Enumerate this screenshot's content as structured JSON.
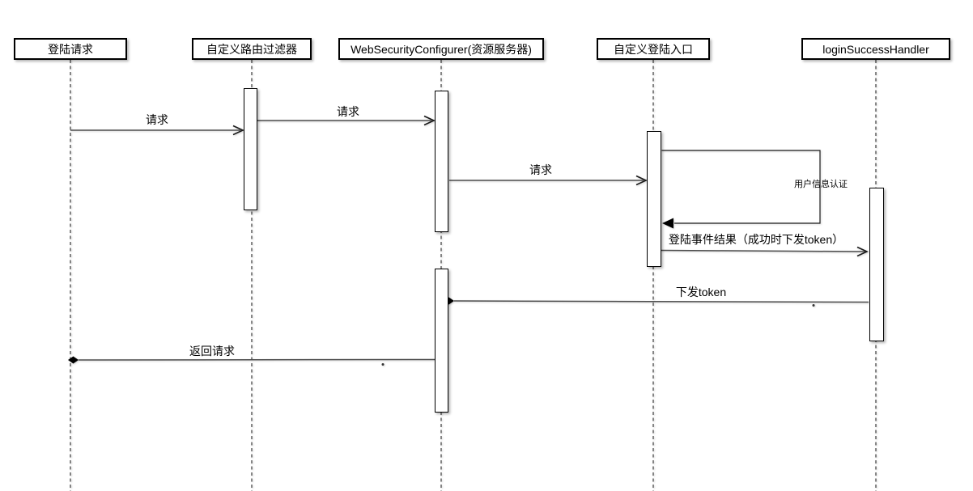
{
  "diagram_type": "uml-sequence",
  "participants": [
    {
      "label": "登陆请求"
    },
    {
      "label": "自定义路由过滤器"
    },
    {
      "label": "WebSecurityConfigurer(资源服务器)"
    },
    {
      "label": "自定义登陆入口"
    },
    {
      "label": "loginSuccessHandler"
    }
  ],
  "messages": [
    {
      "label": "请求",
      "from": "登陆请求",
      "to": "自定义路由过滤器",
      "arrowhead": "open"
    },
    {
      "label": "请求",
      "from": "自定义路由过滤器",
      "to": "WebSecurityConfigurer(资源服务器)",
      "arrowhead": "open"
    },
    {
      "label": "请求",
      "from": "WebSecurityConfigurer(资源服务器)",
      "to": "自定义登陆入口",
      "arrowhead": "open"
    },
    {
      "label": "用户信息认证",
      "from": "自定义登陆入口",
      "to": "自定义登陆入口",
      "self_call": true,
      "arrowhead": "filled-triangle"
    },
    {
      "label": "登陆事件结果（成功时下发token）",
      "from": "自定义登陆入口",
      "to": "loginSuccessHandler",
      "arrowhead": "open"
    },
    {
      "label": "下发token",
      "from": "loginSuccessHandler",
      "to": "WebSecurityConfigurer(资源服务器)",
      "arrowhead": "filled-diamond"
    },
    {
      "label": "返回请求",
      "from": "WebSecurityConfigurer(资源服务器)",
      "to": "登陆请求",
      "arrowhead": "filled-diamond"
    }
  ],
  "colors": {
    "background": "#ffffff",
    "message_line": "#4d4d4d",
    "shape_border": "#000000",
    "lifeline": "#565656",
    "text": "#000000"
  }
}
